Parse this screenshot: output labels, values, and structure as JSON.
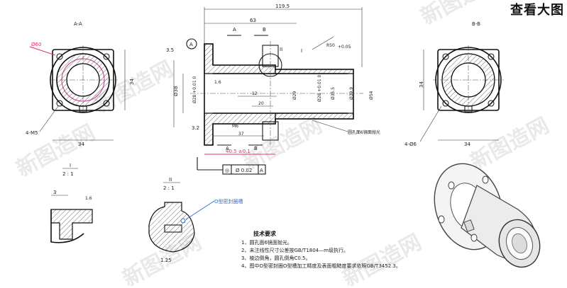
{
  "header": {
    "view_large_label": "查看大图"
  },
  "watermark": {
    "text": "新图造网"
  },
  "views": {
    "section_aa": {
      "title": "A-A",
      "dims": {
        "pcd": "Ø60",
        "height": "34",
        "width": "34",
        "thread": "4-M5"
      }
    },
    "section_bb": {
      "title": "B-B",
      "dims": {
        "height": "34",
        "width": "34",
        "holes": "4-Ø6"
      }
    },
    "main": {
      "dims": {
        "overall": "119.5",
        "len63": "63",
        "len12": "12",
        "len20": "20",
        "len37": "37",
        "len40_5": "40.5 ±0.1",
        "dia38": "Ø38",
        "dia28": "Ø28 +0.01 0",
        "dia28b": "Ø28 +0.01 0",
        "dia29": "Ø29",
        "dia35_5": "Ø35.5",
        "dia39_9": "Ø39.9",
        "dia54": "Ø54",
        "m6": "M6",
        "r50": "R50",
        "r50_tol": "+0.05",
        "rough": "1.6",
        "h35": "3.5",
        "h32": "3.2"
      },
      "labels": {
        "a_top": "A",
        "b_top": "B",
        "a_bottom": "A",
        "b_bottom": "B",
        "detail_i": "I",
        "detail_ii": "II",
        "datum_a": "A",
        "note_surface": "圆孔面6镜面抛光"
      },
      "tolerance": {
        "symbol": "◎",
        "value": "Ø 0.02",
        "datum": "A"
      }
    },
    "detail_1": {
      "title": "I",
      "scale": "2 : 1",
      "dim_3": "3",
      "angle": "1.6"
    },
    "detail_2": {
      "title": "II",
      "scale": "2 : 1",
      "dim": "1.25",
      "callout": "O型密封圈槽"
    }
  },
  "tech_requirements": {
    "heading": "技术要求",
    "items": [
      "1、圆孔面6镜面抛光。",
      "2、未注线性尺寸公差按GB/T1804—m级执行。",
      "3、棱边倒角，圆孔倒角C0.5。",
      "4、图中O型密封圈O型槽加工精度及表面粗糙度要求依照GB/T3452.3。"
    ]
  },
  "colors": {
    "accent_red": "#e0306a",
    "accent_blue": "#3b6fd6",
    "line": "#1a1a1a"
  }
}
